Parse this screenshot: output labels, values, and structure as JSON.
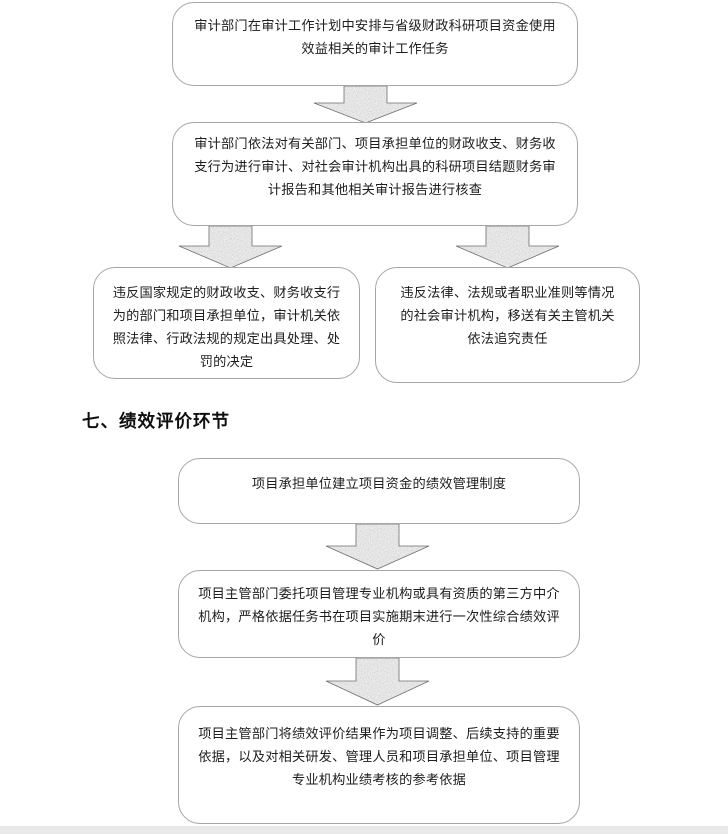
{
  "document": {
    "type": "flowchart",
    "language": "zh-CN"
  },
  "section_audit": {
    "nodes": [
      {
        "id": "audit-plan",
        "text": "审计部门在审计工作计划中安排与省级财政科研项目资金使用效益相关的审计工作任务"
      },
      {
        "id": "audit-execute",
        "text": "审计部门依法对有关部门、项目承担单位的财政收支、财务收支行为进行审计、对社会审计机构出具的科研项目结题财务审计报告和其他相关审计报告进行核查"
      },
      {
        "id": "audit-result-left",
        "text": "违反国家规定的财政收支、财务收支行为的部门和项目承担单位，审计机关依照法律、行政法规的规定出具处理、处罚的决定"
      },
      {
        "id": "audit-result-right",
        "text": "违反法律、法规或者职业准则等情况的社会审计机构，移送有关主管机关依法追究责任"
      }
    ],
    "connectors": [
      {
        "id": "arrow-plan-to-execute",
        "icon": "down-block-arrow-icon"
      },
      {
        "id": "arrow-execute-to-left",
        "icon": "down-block-arrow-icon"
      },
      {
        "id": "arrow-execute-to-right",
        "icon": "down-block-arrow-icon"
      }
    ]
  },
  "section_performance": {
    "heading": "七、绩效评价环节",
    "nodes": [
      {
        "id": "perf-system",
        "text": "项目承担单位建立项目资金的绩效管理制度"
      },
      {
        "id": "perf-evaluate",
        "text": "项目主管部门委托项目管理专业机构或具有资质的第三方中介机构，严格依据任务书在项目实施期末进行一次性综合绩效评价"
      },
      {
        "id": "perf-apply",
        "text": "项目主管部门将绩效评价结果作为项目调整、后续支持的重要依据，以及对相关研发、管理人员和项目承担单位、项目管理专业机构业绩考核的参考依据"
      }
    ],
    "connectors": [
      {
        "id": "arrow-system-to-evaluate",
        "icon": "down-block-arrow-icon"
      },
      {
        "id": "arrow-evaluate-to-apply",
        "icon": "down-block-arrow-icon"
      }
    ]
  },
  "style": {
    "node_border_color": "#a6a6a6",
    "node_fill_color": "#ffffff",
    "arrow_fill_color": "#808080",
    "text_color": "#1d1d1d",
    "page_background": "#ffffff"
  }
}
